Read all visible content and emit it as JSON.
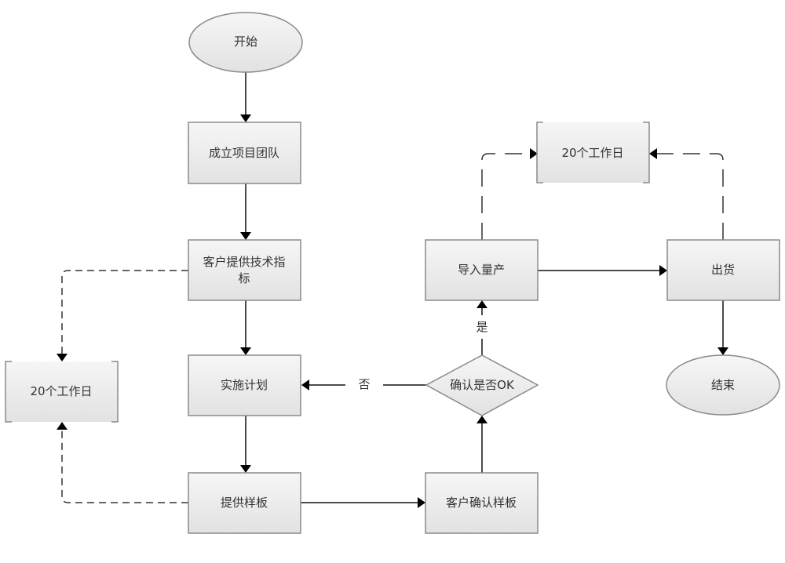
{
  "diagram": {
    "type": "flowchart",
    "nodes": {
      "start": {
        "label": "开始",
        "shape": "ellipse"
      },
      "team": {
        "label": "成立项目团队",
        "shape": "rect"
      },
      "spec": {
        "label_line1": "客户提供技术指",
        "label_line2": "标",
        "shape": "rect"
      },
      "plan": {
        "label": "实施计划",
        "shape": "rect"
      },
      "sample": {
        "label": "提供样板",
        "shape": "rect"
      },
      "confirm_sample": {
        "label": "客户确认样板",
        "shape": "rect"
      },
      "decision": {
        "label": "确认是否OK",
        "shape": "diamond"
      },
      "mass": {
        "label": "导入量产",
        "shape": "rect"
      },
      "ship": {
        "label": "出货",
        "shape": "rect"
      },
      "end": {
        "label": "结束",
        "shape": "ellipse"
      },
      "note_left": {
        "label": "20个工作日",
        "shape": "annotation"
      },
      "note_top": {
        "label": "20个工作日",
        "shape": "annotation"
      }
    },
    "edge_labels": {
      "yes": "是",
      "no": "否"
    },
    "edges": [
      {
        "from": "start",
        "to": "team",
        "style": "solid"
      },
      {
        "from": "team",
        "to": "spec",
        "style": "solid"
      },
      {
        "from": "spec",
        "to": "plan",
        "style": "solid"
      },
      {
        "from": "plan",
        "to": "sample",
        "style": "solid"
      },
      {
        "from": "sample",
        "to": "confirm_sample",
        "style": "solid"
      },
      {
        "from": "confirm_sample",
        "to": "decision",
        "style": "solid"
      },
      {
        "from": "decision",
        "to": "mass",
        "style": "solid",
        "label": "是"
      },
      {
        "from": "decision",
        "to": "plan",
        "style": "solid",
        "label": "否"
      },
      {
        "from": "mass",
        "to": "ship",
        "style": "solid"
      },
      {
        "from": "ship",
        "to": "end",
        "style": "solid"
      },
      {
        "from": "spec",
        "to": "note_left",
        "style": "dashed"
      },
      {
        "from": "sample",
        "to": "note_left",
        "style": "dashed"
      },
      {
        "from": "mass",
        "to": "note_top",
        "style": "dashed"
      },
      {
        "from": "ship",
        "to": "note_top",
        "style": "dashed"
      }
    ]
  }
}
